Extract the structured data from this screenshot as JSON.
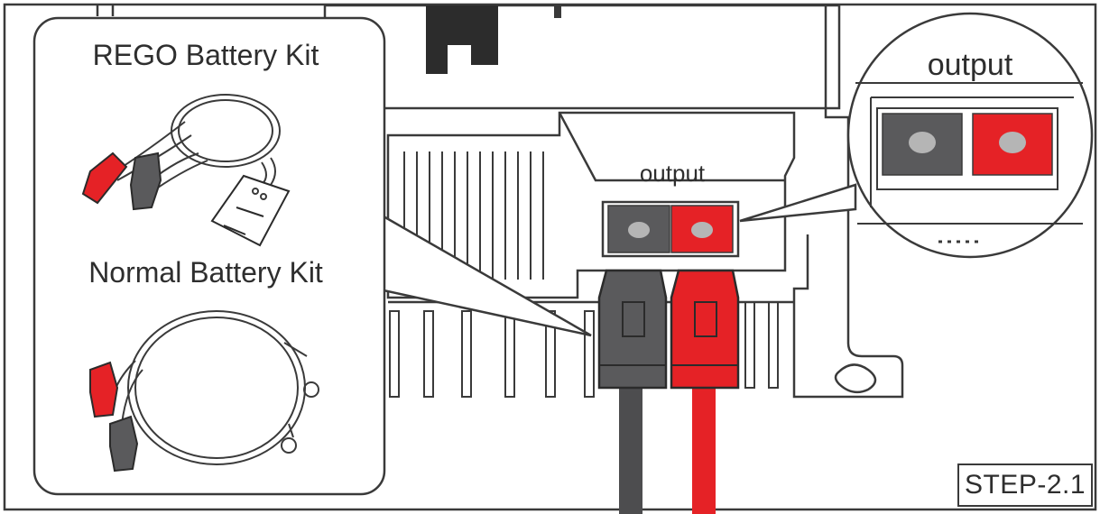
{
  "kit_panel": {
    "rego_title": "REGO Battery Kit",
    "normal_title": "Normal Battery Kit"
  },
  "controller": {
    "output_label": "output"
  },
  "callout": {
    "output_label": "output"
  },
  "step_label": "STEP-2.1",
  "colors": {
    "line": "#3a3a3a",
    "red": "#e52226",
    "dark_grey": "#4d4d4f",
    "mid_grey": "#8a8a8a",
    "light_grey": "#d9d9d9"
  }
}
